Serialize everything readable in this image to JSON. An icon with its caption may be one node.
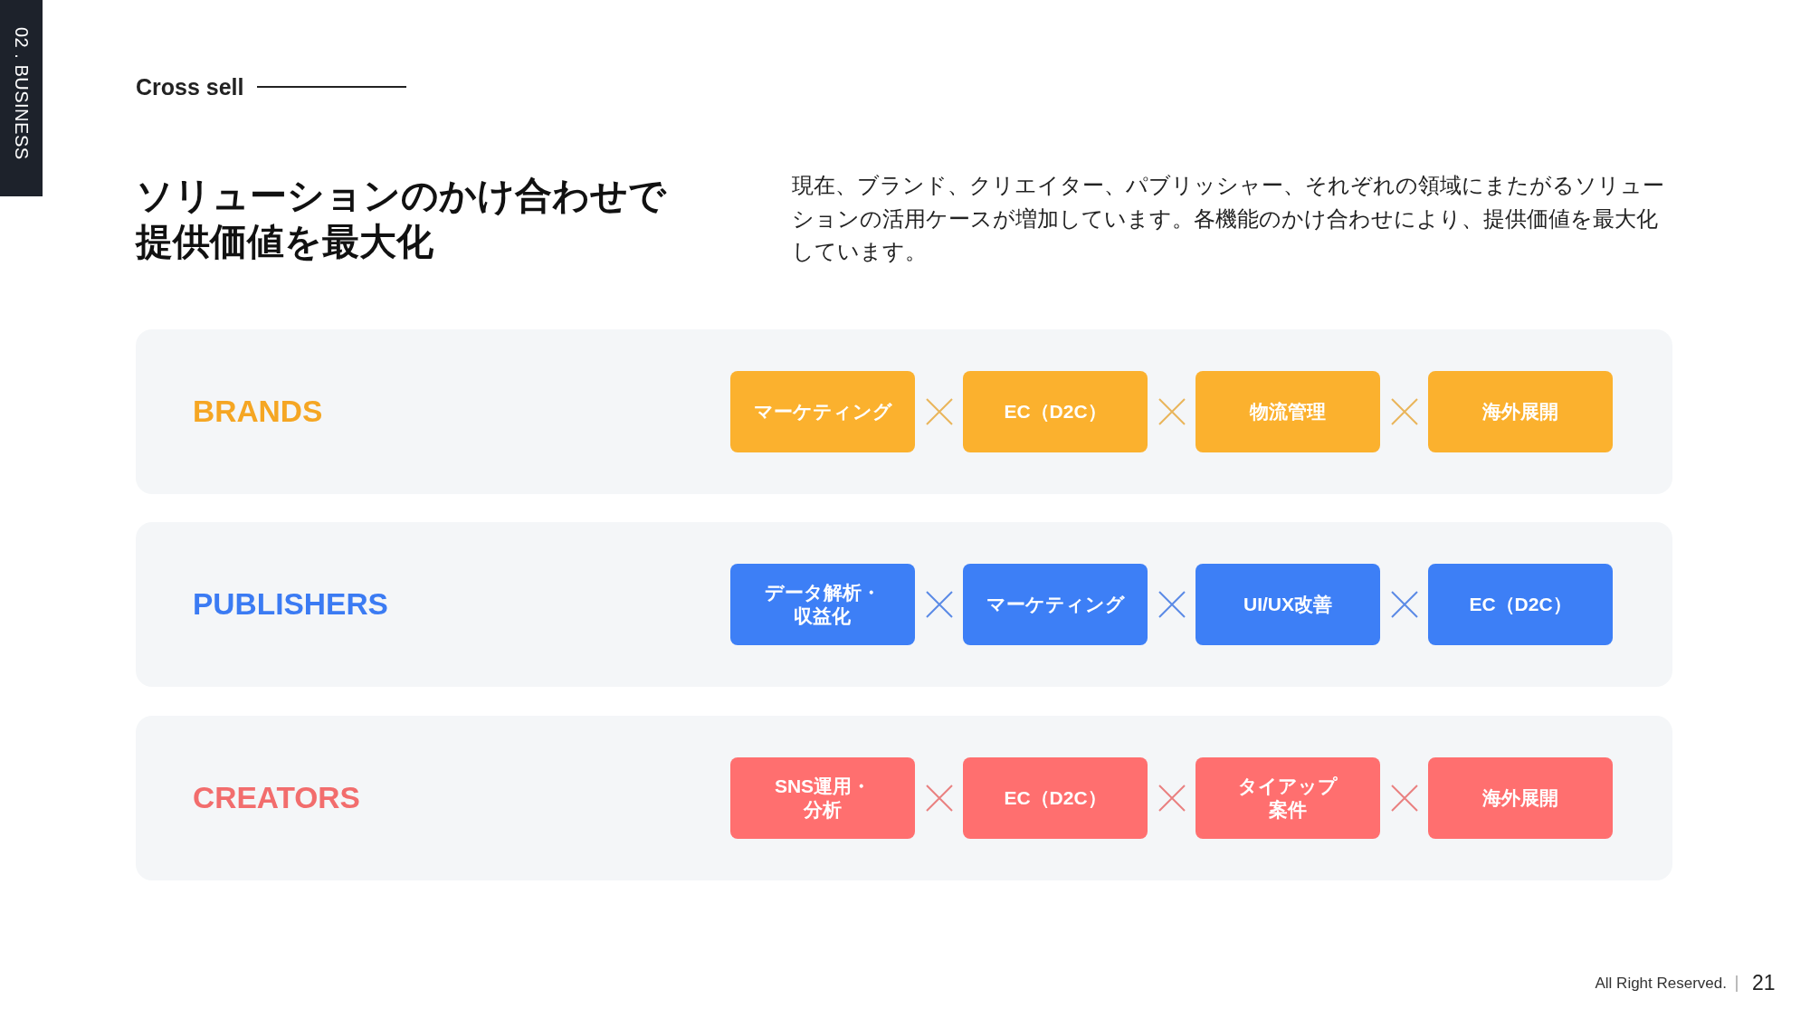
{
  "diagram": {
    "title": "ソリューションのかけ合わせで提供価値を最大化",
    "nodes": [
      {
        "text": [
          "BRANDS"
        ]
      },
      {
        "text": [
          "マーケティング"
        ],
        "in": 0
      },
      {
        "text": [
          "EC（D2C）"
        ],
        "in": 0
      },
      {
        "text": [
          "物流管理"
        ],
        "in": 0
      },
      {
        "text": [
          "海外展開"
        ],
        "in": 0
      },
      {
        "text": [
          "PUBLISHERS"
        ]
      },
      {
        "text": [
          "データ解析・収益化"
        ],
        "in": 5
      },
      {
        "text": [
          "マーケティング"
        ],
        "in": 5
      },
      {
        "text": [
          "UI/UX改善"
        ],
        "in": 5
      },
      {
        "text": [
          "EC（D2C）"
        ],
        "in": 5
      },
      {
        "text": [
          "CREATORS"
        ]
      },
      {
        "text": [
          "SNS運用・分析"
        ],
        "in": 10
      },
      {
        "text": [
          "EC（D2C）"
        ],
        "in": 10
      },
      {
        "text": [
          "タイアップ案件"
        ],
        "in": 10
      },
      {
        "text": [
          "海外展開"
        ],
        "in": 10
      }
    ],
    "labels": [
      "02 . BUSINESS",
      "Cross sell",
      "現在、ブランド、クリエイター、パブリッシャー、それぞれの領域にまたがるソリューションの活用ケースが増加しています。各機能のかけ合わせにより、提供価値を最大化しています。",
      "All Right Reserved.",
      "21"
    ]
  }
}
